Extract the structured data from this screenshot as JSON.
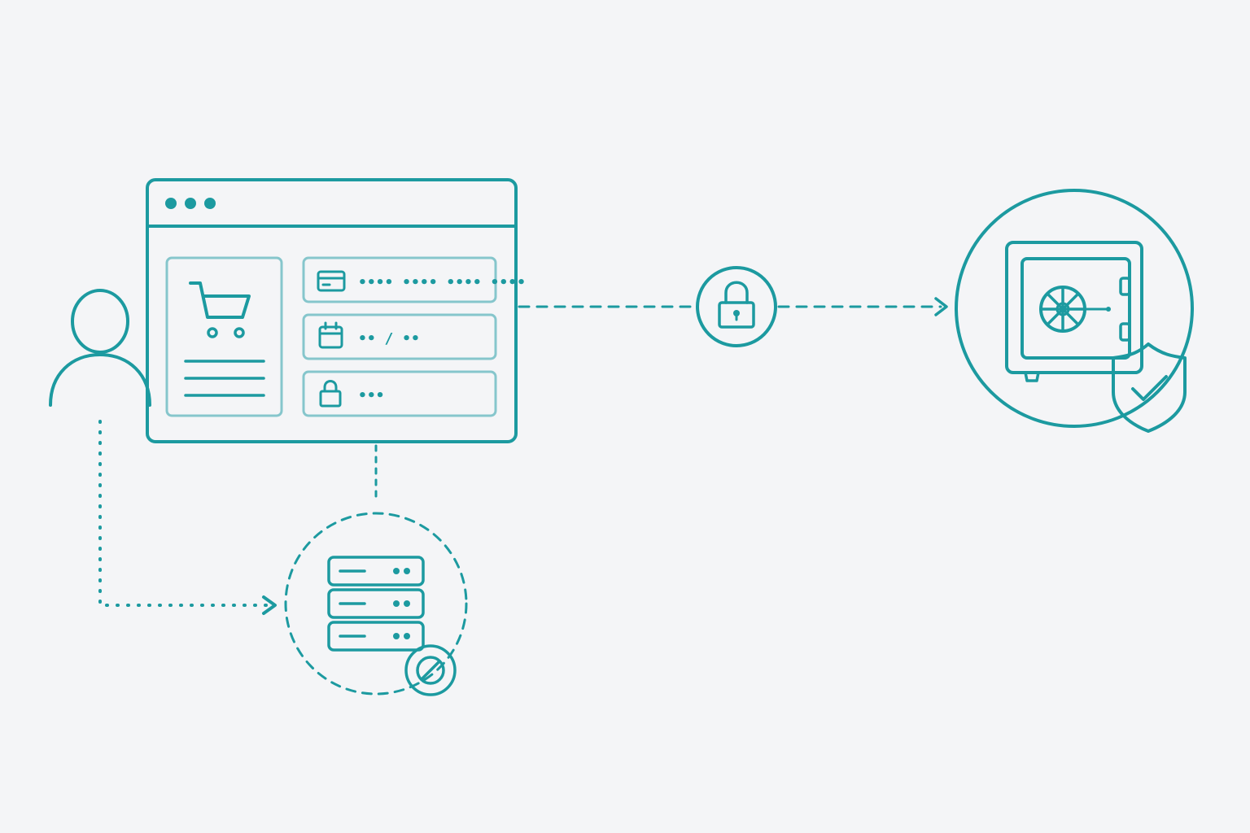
{
  "colors": {
    "accent": "#1c9aa0",
    "accent_light": "#86c6cc",
    "background": "#f4f5f7"
  },
  "browser": {
    "window_controls": [
      "dot",
      "dot",
      "dot"
    ],
    "product_icon": "shopping-cart-icon",
    "fields": [
      {
        "name": "card-number",
        "icon": "credit-card-icon",
        "mask": "•••• •••• •••• ••••"
      },
      {
        "name": "expiry-date",
        "icon": "calendar-icon",
        "mask": "•• / ••"
      },
      {
        "name": "cvv",
        "icon": "padlock-icon",
        "mask": "•••"
      }
    ]
  },
  "icons": {
    "user": "user-icon",
    "encryption": "padlock-icon",
    "vault": "safe-icon",
    "vault_badge": "shield-check-icon",
    "server": "server-stack-icon",
    "server_badge": "no-entry-icon"
  }
}
